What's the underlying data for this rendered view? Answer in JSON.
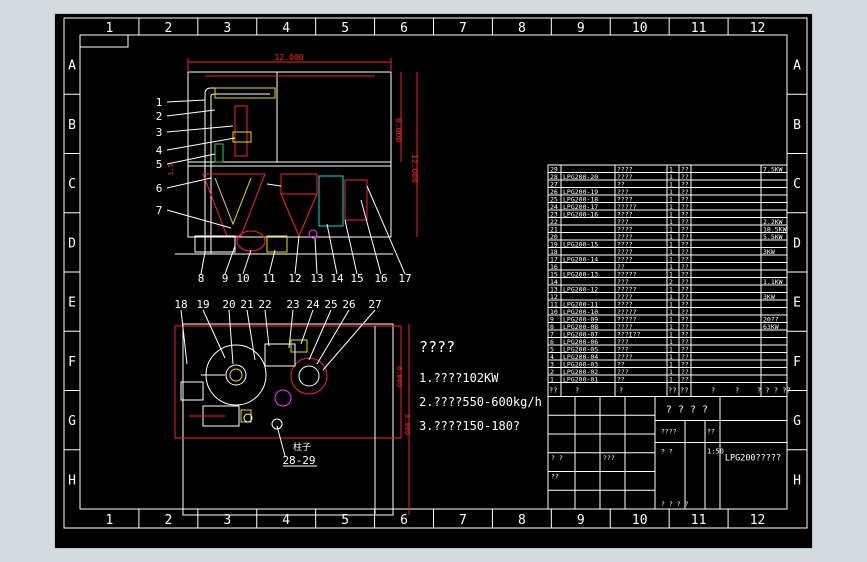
{
  "sheet": {
    "col_labels": [
      "1",
      "2",
      "3",
      "4",
      "5",
      "6",
      "7",
      "8",
      "9",
      "10",
      "11",
      "12"
    ],
    "row_labels": [
      "A",
      "B",
      "C",
      "D",
      "E",
      "F",
      "G",
      "H"
    ]
  },
  "elevation": {
    "dim_top": "12.000",
    "dim_right_small": "6.000",
    "dim_right_big": "12.000",
    "callouts_left": [
      "1",
      "2",
      "3",
      "4",
      "5",
      "6",
      "7"
    ],
    "callouts_bottom": [
      "8",
      "9",
      "10",
      "11",
      "12",
      "13",
      "14",
      "15",
      "16",
      "17"
    ],
    "floor_mark": "1.5"
  },
  "plan": {
    "callouts_top": [
      "18",
      "19",
      "20",
      "21",
      "22",
      "23",
      "24",
      "25",
      "26",
      "27"
    ],
    "callout_bottom": "28-29",
    "column_label": "柱子",
    "dim_right_a": "6.000",
    "dim_right_b": "8.000"
  },
  "notes": {
    "title": "????",
    "lines": [
      "1.????102KW",
      "2.????550-600kg/h",
      "3.????150-180?"
    ]
  },
  "bom": {
    "rows": [
      {
        "no": "29",
        "code": "",
        "name": "????",
        "q": "1",
        "m": "??",
        "note": "7.5KW"
      },
      {
        "no": "28",
        "code": "LPG200-20",
        "name": "????",
        "q": "1",
        "m": "??",
        "note": ""
      },
      {
        "no": "27",
        "code": "",
        "name": "??",
        "q": "1",
        "m": "??",
        "note": ""
      },
      {
        "no": "26",
        "code": "LPG200-19",
        "name": "???",
        "q": "1",
        "m": "??",
        "note": ""
      },
      {
        "no": "25",
        "code": "LPG200-18",
        "name": "????",
        "q": "1",
        "m": "??",
        "note": ""
      },
      {
        "no": "24",
        "code": "LPG200-17",
        "name": "?????",
        "q": "1",
        "m": "??",
        "note": ""
      },
      {
        "no": "23",
        "code": "LPG200-16",
        "name": "????",
        "q": "1",
        "m": "??",
        "note": ""
      },
      {
        "no": "22",
        "code": "",
        "name": "???",
        "q": "1",
        "m": "??",
        "note": "2.2KW"
      },
      {
        "no": "21",
        "code": "",
        "name": "????",
        "q": "1",
        "m": "??",
        "note": "18.5KW"
      },
      {
        "no": "20",
        "code": "",
        "name": "????",
        "q": "1",
        "m": "??",
        "note": "5.5KW"
      },
      {
        "no": "19",
        "code": "LPG200-15",
        "name": "????",
        "q": "1",
        "m": "??",
        "note": ""
      },
      {
        "no": "18",
        "code": "",
        "name": "????",
        "q": "1",
        "m": "??",
        "note": "3KW"
      },
      {
        "no": "17",
        "code": "LPG200-14",
        "name": "????",
        "q": "1",
        "m": "??",
        "note": ""
      },
      {
        "no": "16",
        "code": "",
        "name": "??",
        "q": "1",
        "m": "??",
        "note": ""
      },
      {
        "no": "15",
        "code": "LPG200-13",
        "name": "?????",
        "q": "1",
        "m": "??",
        "note": ""
      },
      {
        "no": "14",
        "code": "",
        "name": "???",
        "q": "2",
        "m": "??",
        "note": "1.1KW"
      },
      {
        "no": "13",
        "code": "LPG200-12",
        "name": "?????",
        "q": "1",
        "m": "??",
        "note": ""
      },
      {
        "no": "12",
        "code": "",
        "name": "????",
        "q": "1",
        "m": "??",
        "note": "3KW"
      },
      {
        "no": "11",
        "code": "LPG200-11",
        "name": "????",
        "q": "1",
        "m": "??",
        "note": ""
      },
      {
        "no": "10",
        "code": "LPG200-10",
        "name": "?????",
        "q": "1",
        "m": "??",
        "note": ""
      },
      {
        "no": "9",
        "code": "LPG200-09",
        "name": "?????",
        "q": "1",
        "m": "??",
        "note": "20??"
      },
      {
        "no": "8",
        "code": "LPG200-08",
        "name": "????",
        "q": "1",
        "m": "??",
        "note": "63KW"
      },
      {
        "no": "7",
        "code": "LPG200-07",
        "name": "???I??",
        "q": "1",
        "m": "??",
        "note": ""
      },
      {
        "no": "6",
        "code": "LPG200-06",
        "name": "???",
        "q": "1",
        "m": "??",
        "note": ""
      },
      {
        "no": "5",
        "code": "LPG200-05",
        "name": "???",
        "q": "1",
        "m": "??",
        "note": ""
      },
      {
        "no": "4",
        "code": "LPG200-04",
        "name": "????",
        "q": "1",
        "m": "??",
        "note": ""
      },
      {
        "no": "3",
        "code": "LPG200-03",
        "name": "??",
        "q": "1",
        "m": "??",
        "note": ""
      },
      {
        "no": "2",
        "code": "LPG200-02",
        "name": "???",
        "q": "1",
        "m": "??",
        "note": ""
      },
      {
        "no": "1",
        "code": "LPG200-01",
        "name": "??",
        "q": "1",
        "m": "??",
        "note": ""
      }
    ],
    "header": {
      "no": "??",
      "code": "?",
      "name": "?",
      "q": "??",
      "m": "??",
      "a": "?",
      "b": "?",
      "note": "? ? ? ??"
    }
  },
  "title_block": {
    "project": "? ? ? ?",
    "drawing_name": "LPG200?????",
    "c1": "? ?",
    "c2": "???",
    "c3": "????",
    "c4": "??",
    "c5": "??",
    "c6": "? ?",
    "scale": "1:50",
    "sheet": "? ? ? ?"
  },
  "colors": {
    "sheet_bg": "#000000",
    "line": "#ffffff",
    "red": "#ff2020",
    "yellow": "#e8e000",
    "cyan": "#00e0e0",
    "green": "#30d040",
    "magenta": "#ff30ff",
    "page_bg": "#d5dae0"
  }
}
